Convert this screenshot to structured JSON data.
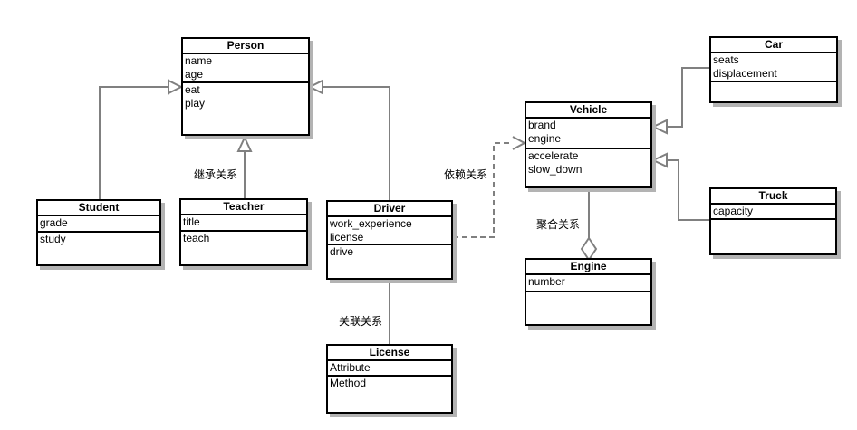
{
  "diagram": {
    "background_color": "#ffffff",
    "box_border_color": "#000000",
    "box_shadow_color": "#b3b3b3",
    "connector_color": "#808080"
  },
  "classes": [
    {
      "name": "Person",
      "attributes": [
        "name",
        "age"
      ],
      "methods": [
        "eat",
        "play"
      ]
    },
    {
      "name": "Student",
      "attributes": [
        "grade"
      ],
      "methods": [
        "study"
      ]
    },
    {
      "name": "Teacher",
      "attributes": [
        "title"
      ],
      "methods": [
        "teach"
      ]
    },
    {
      "name": "Driver",
      "attributes": [
        "work_experience",
        "license"
      ],
      "methods": [
        "drive"
      ]
    },
    {
      "name": "License",
      "attributes": [
        "Attribute"
      ],
      "methods": [
        "Method"
      ]
    },
    {
      "name": "Vehicle",
      "attributes": [
        "brand",
        "engine"
      ],
      "methods": [
        "accelerate",
        "slow_down"
      ]
    },
    {
      "name": "Engine",
      "attributes": [
        "number"
      ],
      "methods": []
    },
    {
      "name": "Car",
      "attributes": [
        "seats",
        "displacement"
      ],
      "methods": []
    },
    {
      "name": "Truck",
      "attributes": [
        "capacity"
      ],
      "methods": []
    }
  ],
  "relationship_labels": [
    {
      "text": "继承关系"
    },
    {
      "text": "依赖关系"
    },
    {
      "text": "关联关系"
    },
    {
      "text": "聚合关系"
    }
  ]
}
